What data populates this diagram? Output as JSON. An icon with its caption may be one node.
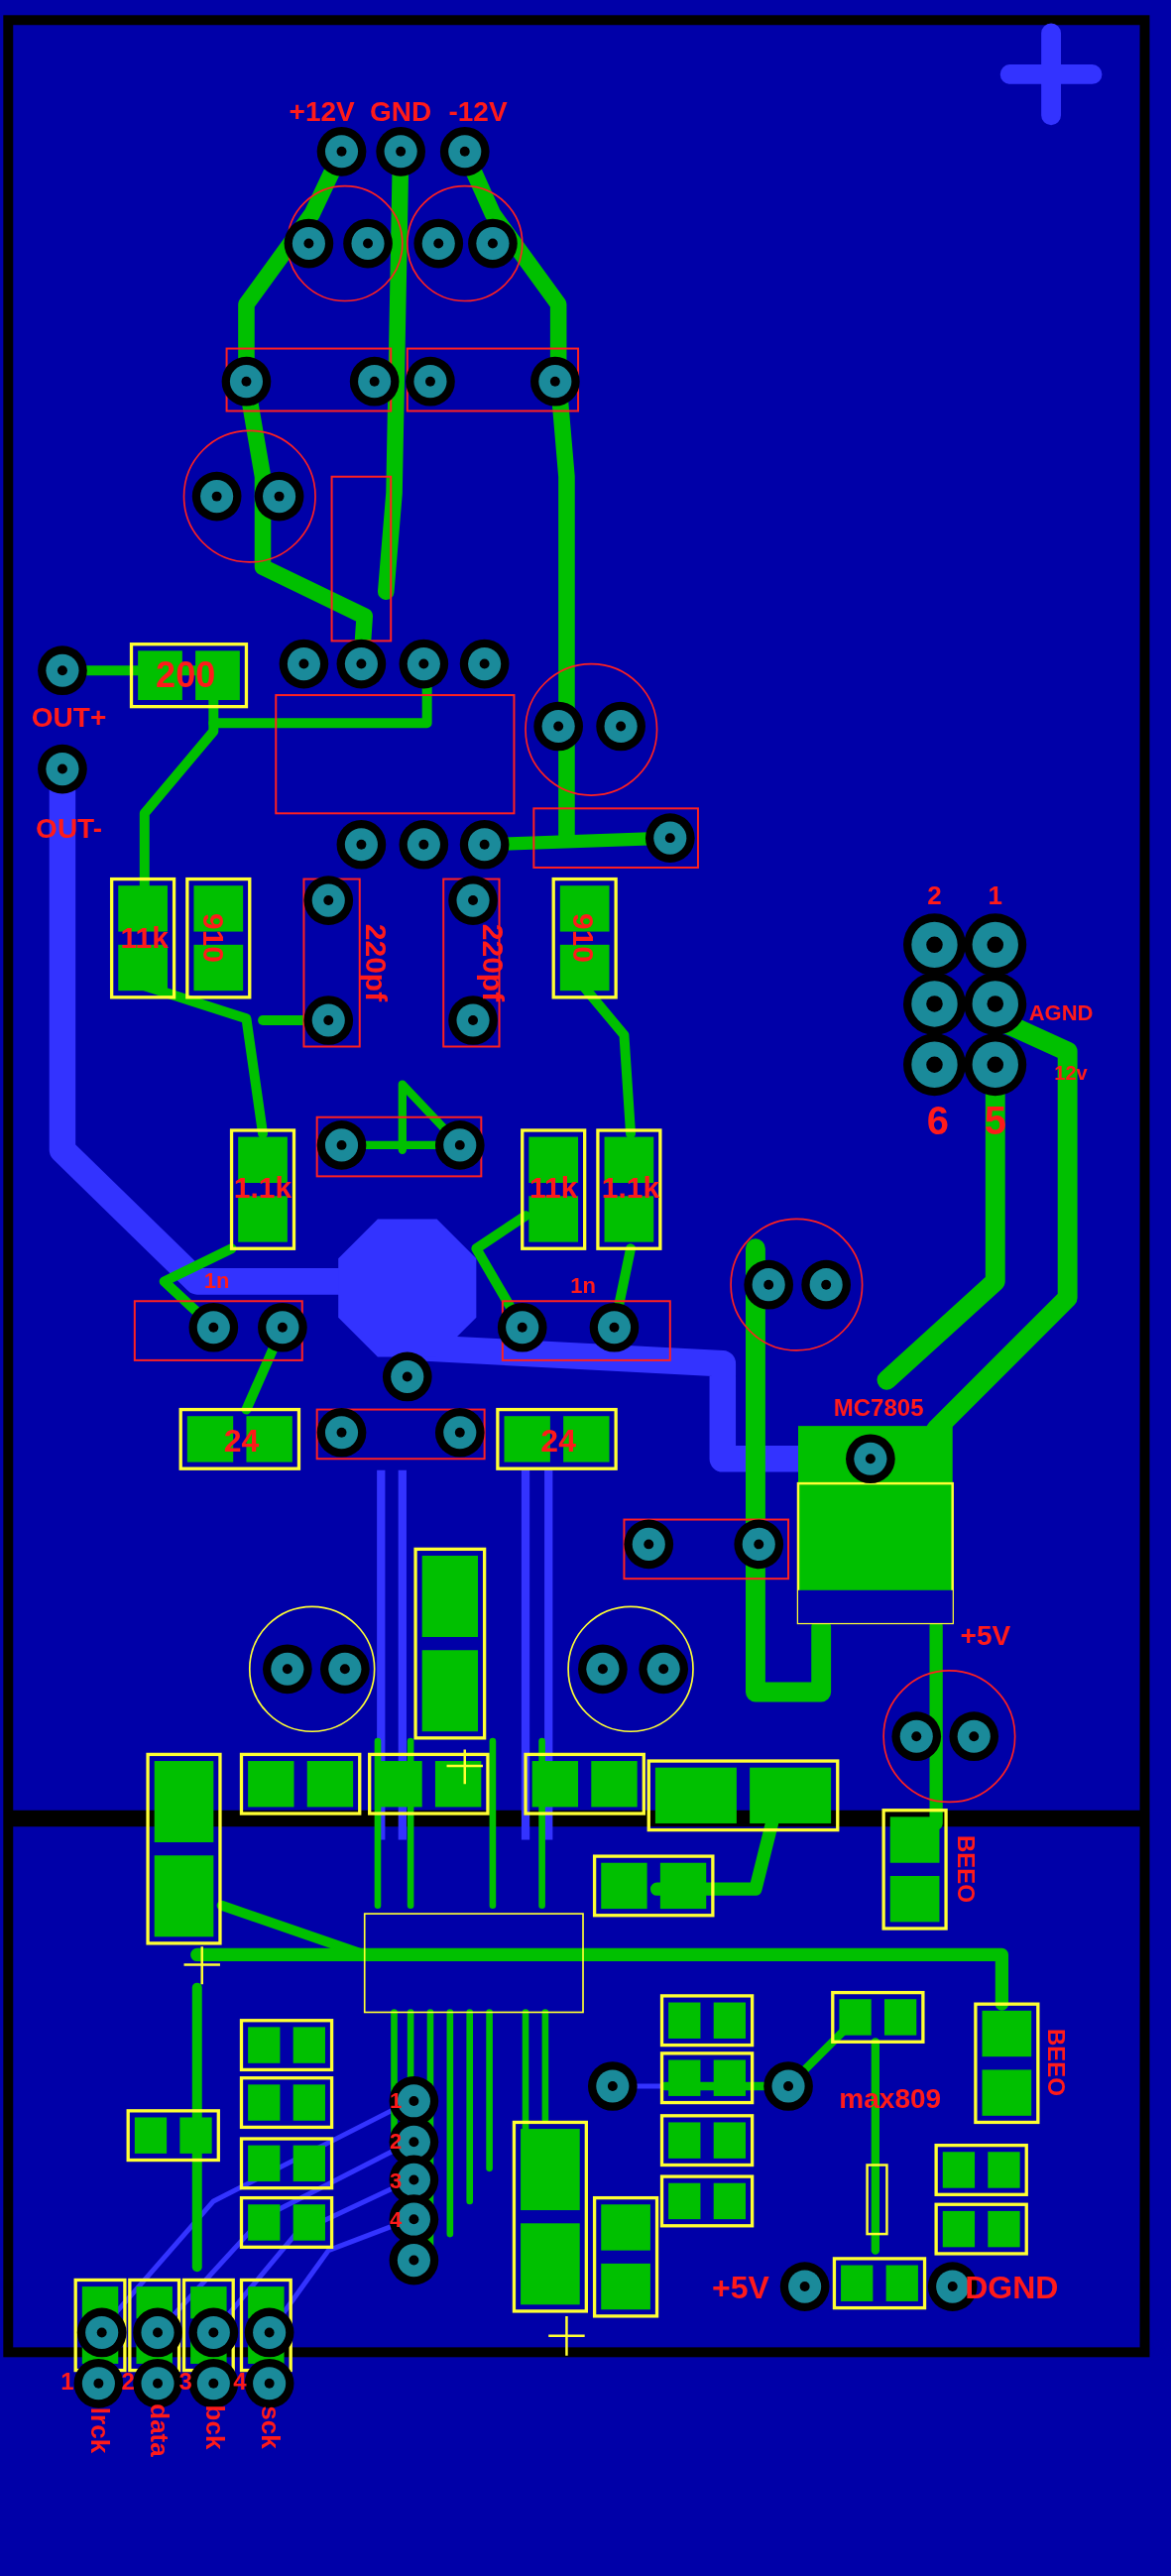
{
  "diagram": {
    "labels": [
      "+12V",
      "GND",
      "-12V",
      "200",
      "OUT+",
      "OUT-",
      "11k",
      "910",
      "220pf",
      "220pf",
      "910",
      "2",
      "1",
      "AGND",
      "12v",
      "6",
      "5",
      "1.1k",
      "11k",
      "1.1k",
      "1n",
      "1n",
      "24",
      "24",
      "MC7805",
      "+5V",
      "BEEO",
      "BEEO",
      "1",
      "2",
      "3",
      "4",
      "max809",
      "+5V",
      "DGND",
      "1",
      "2",
      "3",
      "4",
      "lrck",
      "data",
      "bck",
      "sck"
    ]
  }
}
